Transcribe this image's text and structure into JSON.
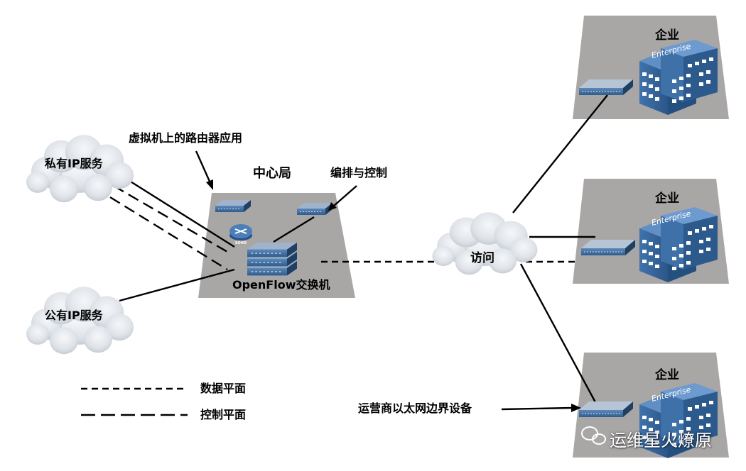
{
  "clouds": {
    "private_ip": "私有IP服务",
    "public_ip": "公有IP服务",
    "access": "访问"
  },
  "central_office": {
    "title": "中心局",
    "switch_label": "OpenFlow交换机",
    "router_vm_label": "虚拟机上的路由器应用",
    "orchestration_label": "编排与控制",
    "router_badge": "SOHO"
  },
  "enterprises": {
    "label": "企业",
    "building_text": "Enterprise"
  },
  "carrier_edge_label": "运营商以太网边界设备",
  "legend": {
    "data_plane": "数据平面",
    "control_plane": "控制平面"
  },
  "watermark": "运维星火燎原",
  "colors": {
    "panel": "#a9a6a6",
    "cloud_fill": "#dfe3e8",
    "building_blue": "#3b6ea5",
    "device_blue": "#2f5d8c"
  }
}
